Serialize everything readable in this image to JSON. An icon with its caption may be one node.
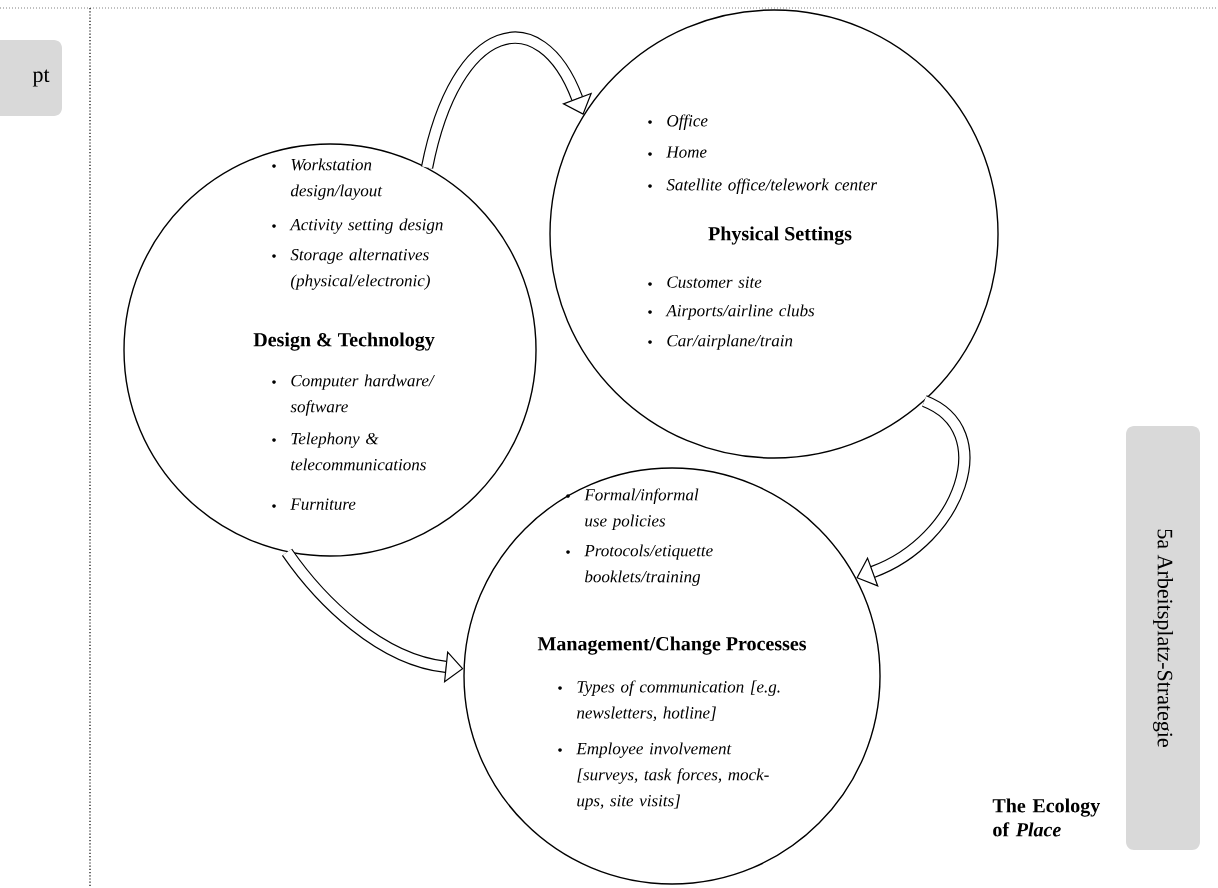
{
  "diagram": {
    "nodes": [
      {
        "text": [
          "Workstation design/layout",
          "Activity setting design",
          "Storage alternatives (physical/electronic)",
          "Design & Technology",
          "Computer hardware/ software",
          "Telephony & telecommunications",
          "Furniture"
        ]
      },
      {
        "text": [
          "Office",
          "Home",
          "Satellite office/telework center",
          "Physical Settings",
          "Customer site",
          "Airports/airline clubs",
          "Car/airplane/train"
        ]
      },
      {
        "text": [
          "Formal/informal use policies",
          "Protocols/etiquette booklets/training",
          "Management/Change Processes",
          "Types of communication [e.g. newsletters, hotline]",
          "Employee involvement [surveys, task forces, mock-ups, site visits]"
        ]
      },
      {
        "text": [
          "pt"
        ]
      },
      {
        "text": [
          "5a Arbeitsplatz-Strategie"
        ]
      }
    ],
    "edges": [
      {
        "from": 0,
        "to": 1,
        "arrow": "to"
      },
      {
        "from": 1,
        "to": 2,
        "arrow": "to"
      },
      {
        "from": 0,
        "to": 2,
        "arrow": "to"
      }
    ],
    "labels": [
      "The Ecology of *Place*"
    ]
  }
}
